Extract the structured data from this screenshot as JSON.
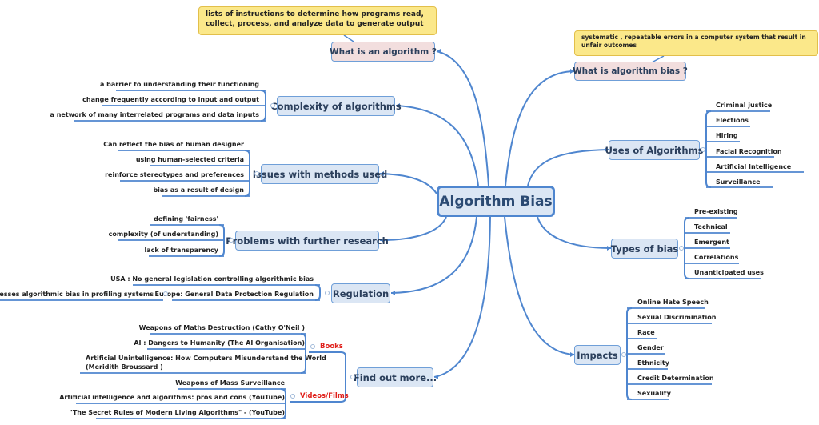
{
  "center": {
    "label": "Algorithm Bias"
  },
  "colors": {
    "line": "#4f86cf",
    "node_fill": "#dbe6f4",
    "question_fill": "#f2dede",
    "callout_fill": "#fbe88a",
    "red_label": "#e0201b"
  },
  "what_is_algorithm": {
    "label": "What is an algorithm ?",
    "callout": "lists of instructions to determine how programs read, collect, process, and analyze data to generate output"
  },
  "what_is_bias": {
    "label": "What is  algorithm bias ?",
    "callout": "systematic , repeatable errors in a computer system that result in  unfair outcomes"
  },
  "complexity": {
    "label": "Complexity of algorithms",
    "items": [
      "a barrier to understanding their functioning",
      "change frequently according to input and output",
      "a network of many interrelated programs and data inputs"
    ]
  },
  "issues": {
    "label": "Issues with methods used",
    "items": [
      "Can reflect the bias of human designer",
      "using human-selected criteria",
      "reinforce stereotypes and preferences",
      "bias as a result of design"
    ]
  },
  "problems": {
    "label": "Problems with further research",
    "items": [
      "defining 'fairness'",
      "complexity (of understanding)",
      "lack of transparency"
    ]
  },
  "regulation": {
    "label": "Regulation",
    "items": [
      "USA : No general legislation controlling algorithmic bias",
      "Europe: General Data Protection Regulation"
    ],
    "sub_item": "addresses algorithmic bias in profiling systems"
  },
  "find_out_more": {
    "label": "Find out more...",
    "books": {
      "label": "Books",
      "items": [
        "Weapons of Maths Destruction (Cathy O'Neil )",
        "AI : Dangers to Humanity (The AI Organisation)",
        "Artificial Unintelligence: How Computers Misunderstand the World",
        "(Meridith Broussard )"
      ]
    },
    "videos": {
      "label": "Videos/Films",
      "items": [
        "Weapons of Mass Surveillance",
        "Artificial intelligence and algorithms: pros and cons  (YouTube)",
        "\"The Secret Rules of Modern Living Algorithms\" - (YouTube)"
      ]
    }
  },
  "uses": {
    "label": "Uses of Algorithms",
    "items": [
      "Criminal justice",
      "Elections",
      "Hiring",
      "Facial Recognition",
      "Artificial Intelligence",
      "Surveillance"
    ]
  },
  "types": {
    "label": "Types of bias",
    "items": [
      "Pre-existing",
      "Technical",
      "Emergent",
      "Correlations",
      "Unanticipated uses"
    ]
  },
  "impacts": {
    "label": "Impacts",
    "items": [
      "Online Hate Speech",
      "Sexual Discrimination",
      "Race",
      "Gender",
      "Ethnicity",
      "Credit Determination",
      "Sexuality"
    ]
  }
}
